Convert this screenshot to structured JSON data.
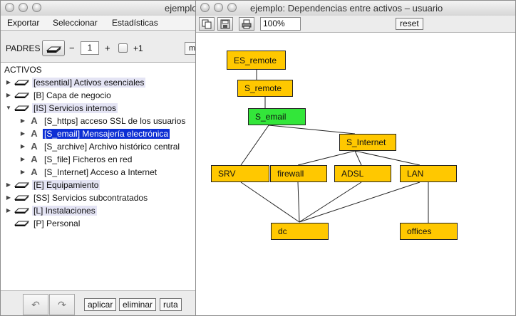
{
  "left_window": {
    "title": "ejemplo:",
    "menu": [
      "Exportar",
      "Seleccionar",
      "Estadísticas"
    ],
    "parents": {
      "label": "PADRES",
      "minus": "−",
      "value": "1",
      "plus": "+",
      "checkbox_label": "+1",
      "mode_button": "m"
    },
    "tree": {
      "root_label": "ACTIVOS",
      "items": [
        {
          "label": "[essential] Activos esenciales",
          "icon": "eraser-icon",
          "expander": "collapsed"
        },
        {
          "label": "[B] Capa de negocio",
          "icon": "eraser-icon",
          "expander": "collapsed"
        },
        {
          "label": "[IS] Servicios internos",
          "icon": "eraser-icon",
          "expander": "expanded"
        },
        {
          "label": "[S_https] acceso SSL de los usuarios",
          "icon": "asset-a-icon",
          "expander": "collapsed"
        },
        {
          "label": "[S_email] Mensajería electrónica",
          "icon": "asset-a-icon",
          "expander": "collapsed",
          "selected": true
        },
        {
          "label": "[S_archive] Archivo histórico central",
          "icon": "asset-a-icon",
          "expander": "collapsed"
        },
        {
          "label": "[S_file] Ficheros en red",
          "icon": "asset-a-icon",
          "expander": "collapsed"
        },
        {
          "label": "[S_Internet] Acceso a Internet",
          "icon": "asset-a-icon",
          "expander": "collapsed"
        },
        {
          "label": "[E] Equipamiento",
          "icon": "eraser-icon",
          "expander": "collapsed"
        },
        {
          "label": "[SS] Servicios subcontratados",
          "icon": "eraser-icon",
          "expander": "collapsed"
        },
        {
          "label": "[L] Instalaciones",
          "icon": "eraser-icon",
          "expander": "collapsed"
        },
        {
          "label": "[P] Personal",
          "icon": "eraser-icon",
          "expander": "none"
        }
      ]
    },
    "bottom": {
      "undo_icon": "undo-icon",
      "redo_icon": "redo-icon",
      "apply": "aplicar",
      "delete": "eliminar",
      "path": "ruta"
    }
  },
  "right_window": {
    "title": "ejemplo: Dependencias entre activos – usuario",
    "toolbar": {
      "copy_icon": "copy-icon",
      "save_image_icon": "save-image-icon",
      "print_icon": "print-icon",
      "zoom": "100%",
      "reset": "reset"
    },
    "graph": {
      "node_colors": {
        "default": "#ffc800",
        "selected": "#33e63a"
      },
      "nodes": [
        {
          "id": "es_remote",
          "label": "ES_remote"
        },
        {
          "id": "s_remote",
          "label": "S_remote"
        },
        {
          "id": "s_email",
          "label": "S_email",
          "selected": true
        },
        {
          "id": "s_internet",
          "label": "S_Internet"
        },
        {
          "id": "srv",
          "label": "SRV"
        },
        {
          "id": "firewall",
          "label": "firewall"
        },
        {
          "id": "adsl",
          "label": "ADSL"
        },
        {
          "id": "lan",
          "label": "LAN"
        },
        {
          "id": "dc",
          "label": "dc"
        },
        {
          "id": "offices",
          "label": "offices"
        }
      ]
    }
  }
}
